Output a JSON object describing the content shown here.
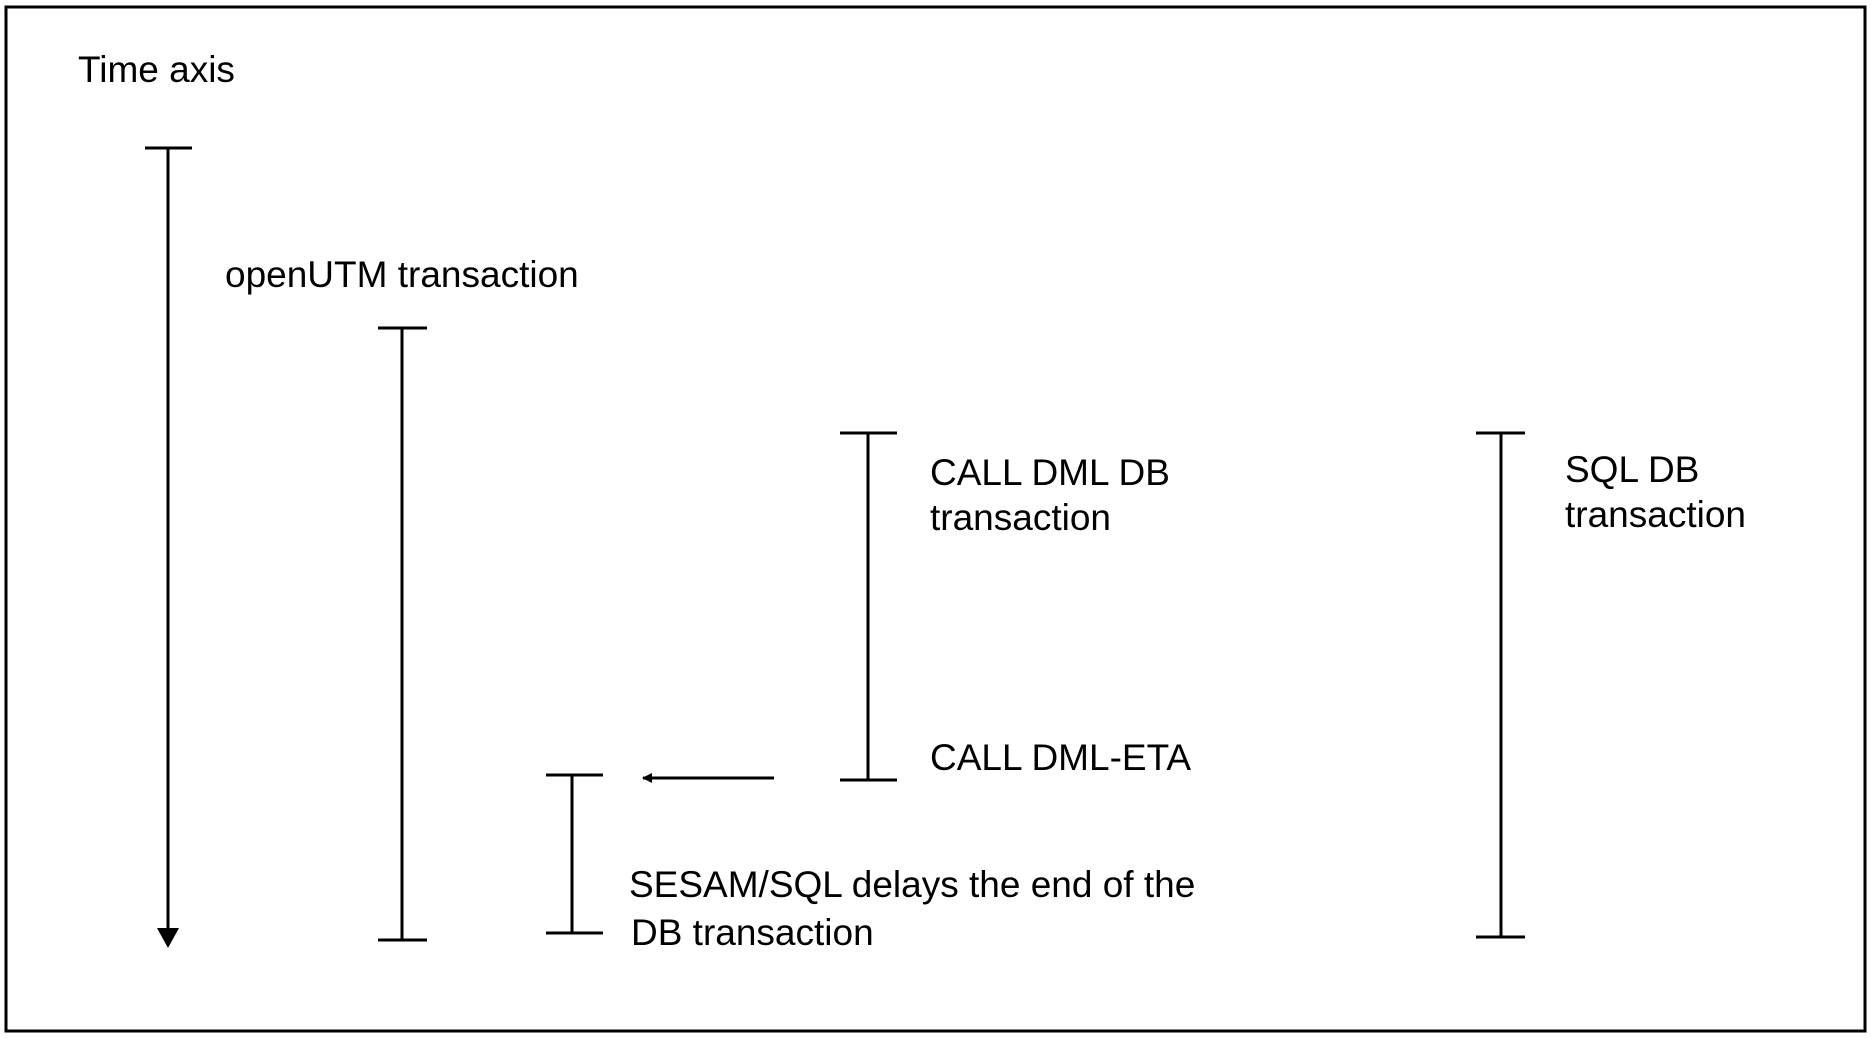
{
  "labels": {
    "time_axis": "Time axis",
    "openutm_transaction": "openUTM transaction",
    "call_dml_db_line1": "CALL DML DB",
    "call_dml_db_line2": "transaction",
    "call_dml_eta": "CALL DML-ETA",
    "sesam_delay_line1": "SESAM/SQL delays the end of the",
    "sesam_delay_line2": "DB transaction",
    "sql_db_line1": "SQL DB",
    "sql_db_line2": "transaction"
  },
  "colors": {
    "stroke": "#000000",
    "background": "#ffffff"
  }
}
